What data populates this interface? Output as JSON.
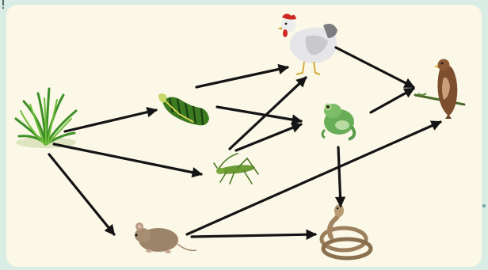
{
  "top_left_mark": "!",
  "organisms": [
    {
      "id": "grass",
      "icon": "grass-icon"
    },
    {
      "id": "caterpillar",
      "icon": "caterpillar-icon"
    },
    {
      "id": "grasshopper",
      "icon": "grasshopper-icon"
    },
    {
      "id": "mouse",
      "icon": "mouse-icon"
    },
    {
      "id": "hen",
      "icon": "hen-icon"
    },
    {
      "id": "frog",
      "icon": "frog-icon"
    },
    {
      "id": "snake",
      "icon": "snake-icon"
    },
    {
      "id": "hawk",
      "icon": "hawk-icon"
    }
  ],
  "links": [
    {
      "from": "grass",
      "to": "caterpillar"
    },
    {
      "from": "grass",
      "to": "grasshopper"
    },
    {
      "from": "grass",
      "to": "mouse"
    },
    {
      "from": "caterpillar",
      "to": "hen"
    },
    {
      "from": "caterpillar",
      "to": "frog"
    },
    {
      "from": "grasshopper",
      "to": "hen"
    },
    {
      "from": "grasshopper",
      "to": "frog"
    },
    {
      "from": "hen",
      "to": "hawk"
    },
    {
      "from": "frog",
      "to": "hawk"
    },
    {
      "from": "frog",
      "to": "snake"
    },
    {
      "from": "mouse",
      "to": "snake"
    },
    {
      "from": "mouse",
      "to": "hawk"
    }
  ],
  "colors": {
    "background": "#d9ede4",
    "card": "#fbf8e8",
    "arrow": "#141414"
  }
}
